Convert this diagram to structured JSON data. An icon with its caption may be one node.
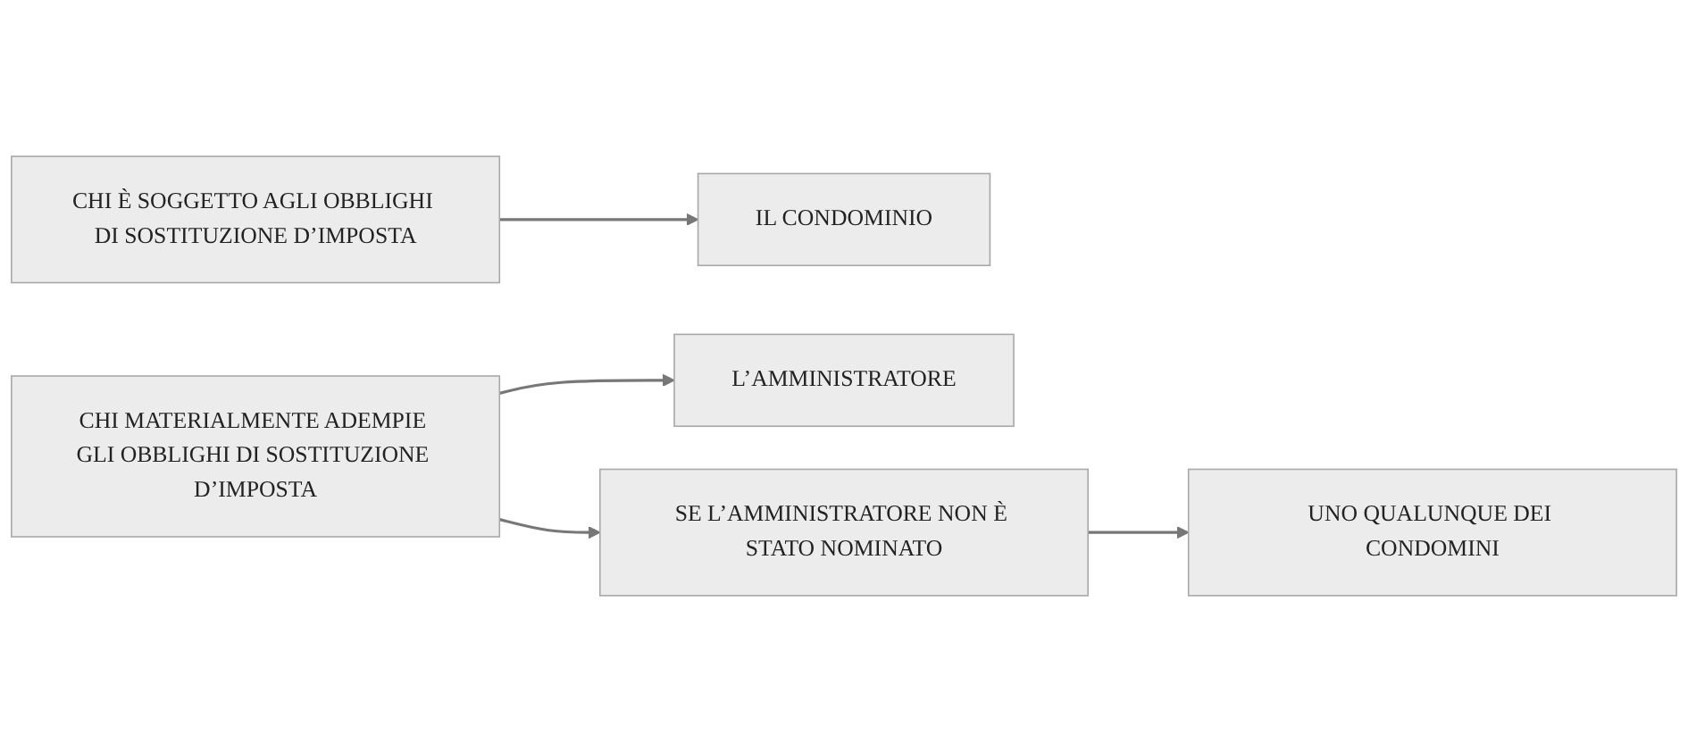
{
  "diagram": {
    "nodes": [
      {
        "text": [
          "CHI È SOGGETTO AGLI OBBLIGHI DI SOSTITUZIONE D’IMPOSTA"
        ]
      },
      {
        "text": [
          "IL CONDOMINIO"
        ]
      },
      {
        "text": [
          "CHI MATERIALMENTE ADEMPIE GLI OBBLIGHI DI SOSTITUZIONE D’IMPOSTA"
        ]
      },
      {
        "text": [
          "L’AMMINISTRATORE"
        ]
      },
      {
        "text": [
          "SE L’AMMINISTRATORE NON È STATO NOMINATO"
        ]
      },
      {
        "text": [
          "UNO QUALUNQUE DEI CONDOMINI"
        ]
      }
    ],
    "edges": [
      {
        "from": 0,
        "to": 1,
        "arrow": "to"
      },
      {
        "from": 2,
        "to": 3,
        "arrow": "to"
      },
      {
        "from": 2,
        "to": 4,
        "arrow": "to"
      },
      {
        "from": 4,
        "to": 5,
        "arrow": "to"
      }
    ]
  }
}
